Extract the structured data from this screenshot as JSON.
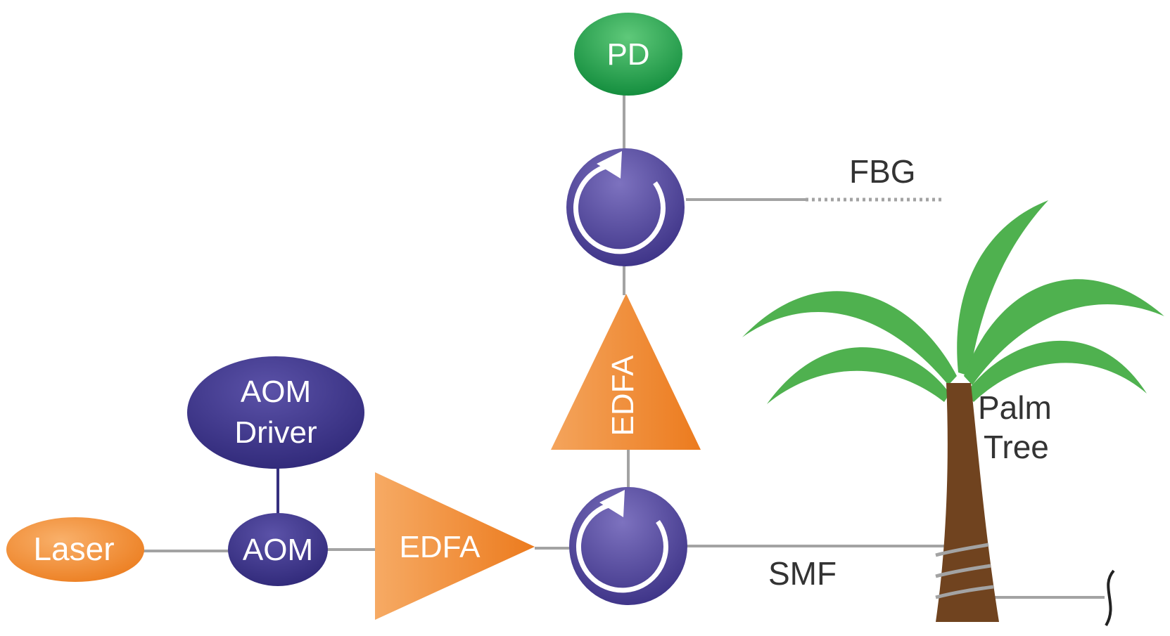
{
  "nodes": {
    "laser": "Laser",
    "aom": "AOM",
    "aom_driver": {
      "line1": "AOM",
      "line2": "Driver"
    },
    "edfa_1": "EDFA",
    "edfa_2": "EDFA",
    "pd": "PD"
  },
  "labels": {
    "fbg": "FBG",
    "smf": "SMF",
    "palm_tree": {
      "line1": "Palm",
      "line2": "Tree"
    }
  },
  "colors": {
    "laser_orange": "#f0882f",
    "edfa_orange": "#f08a2a",
    "aom_purple": "#3c3487",
    "circulator_purple": "#4b3f96",
    "pd_green": "#1f9e4b",
    "fiber_gray": "#a3a3a3",
    "palm_leaf": "#4fb14f",
    "palm_trunk": "#70431f"
  },
  "icons": [
    "circulator-arrow-icon",
    "palm-tree-icon",
    "fiber-break-icon"
  ]
}
